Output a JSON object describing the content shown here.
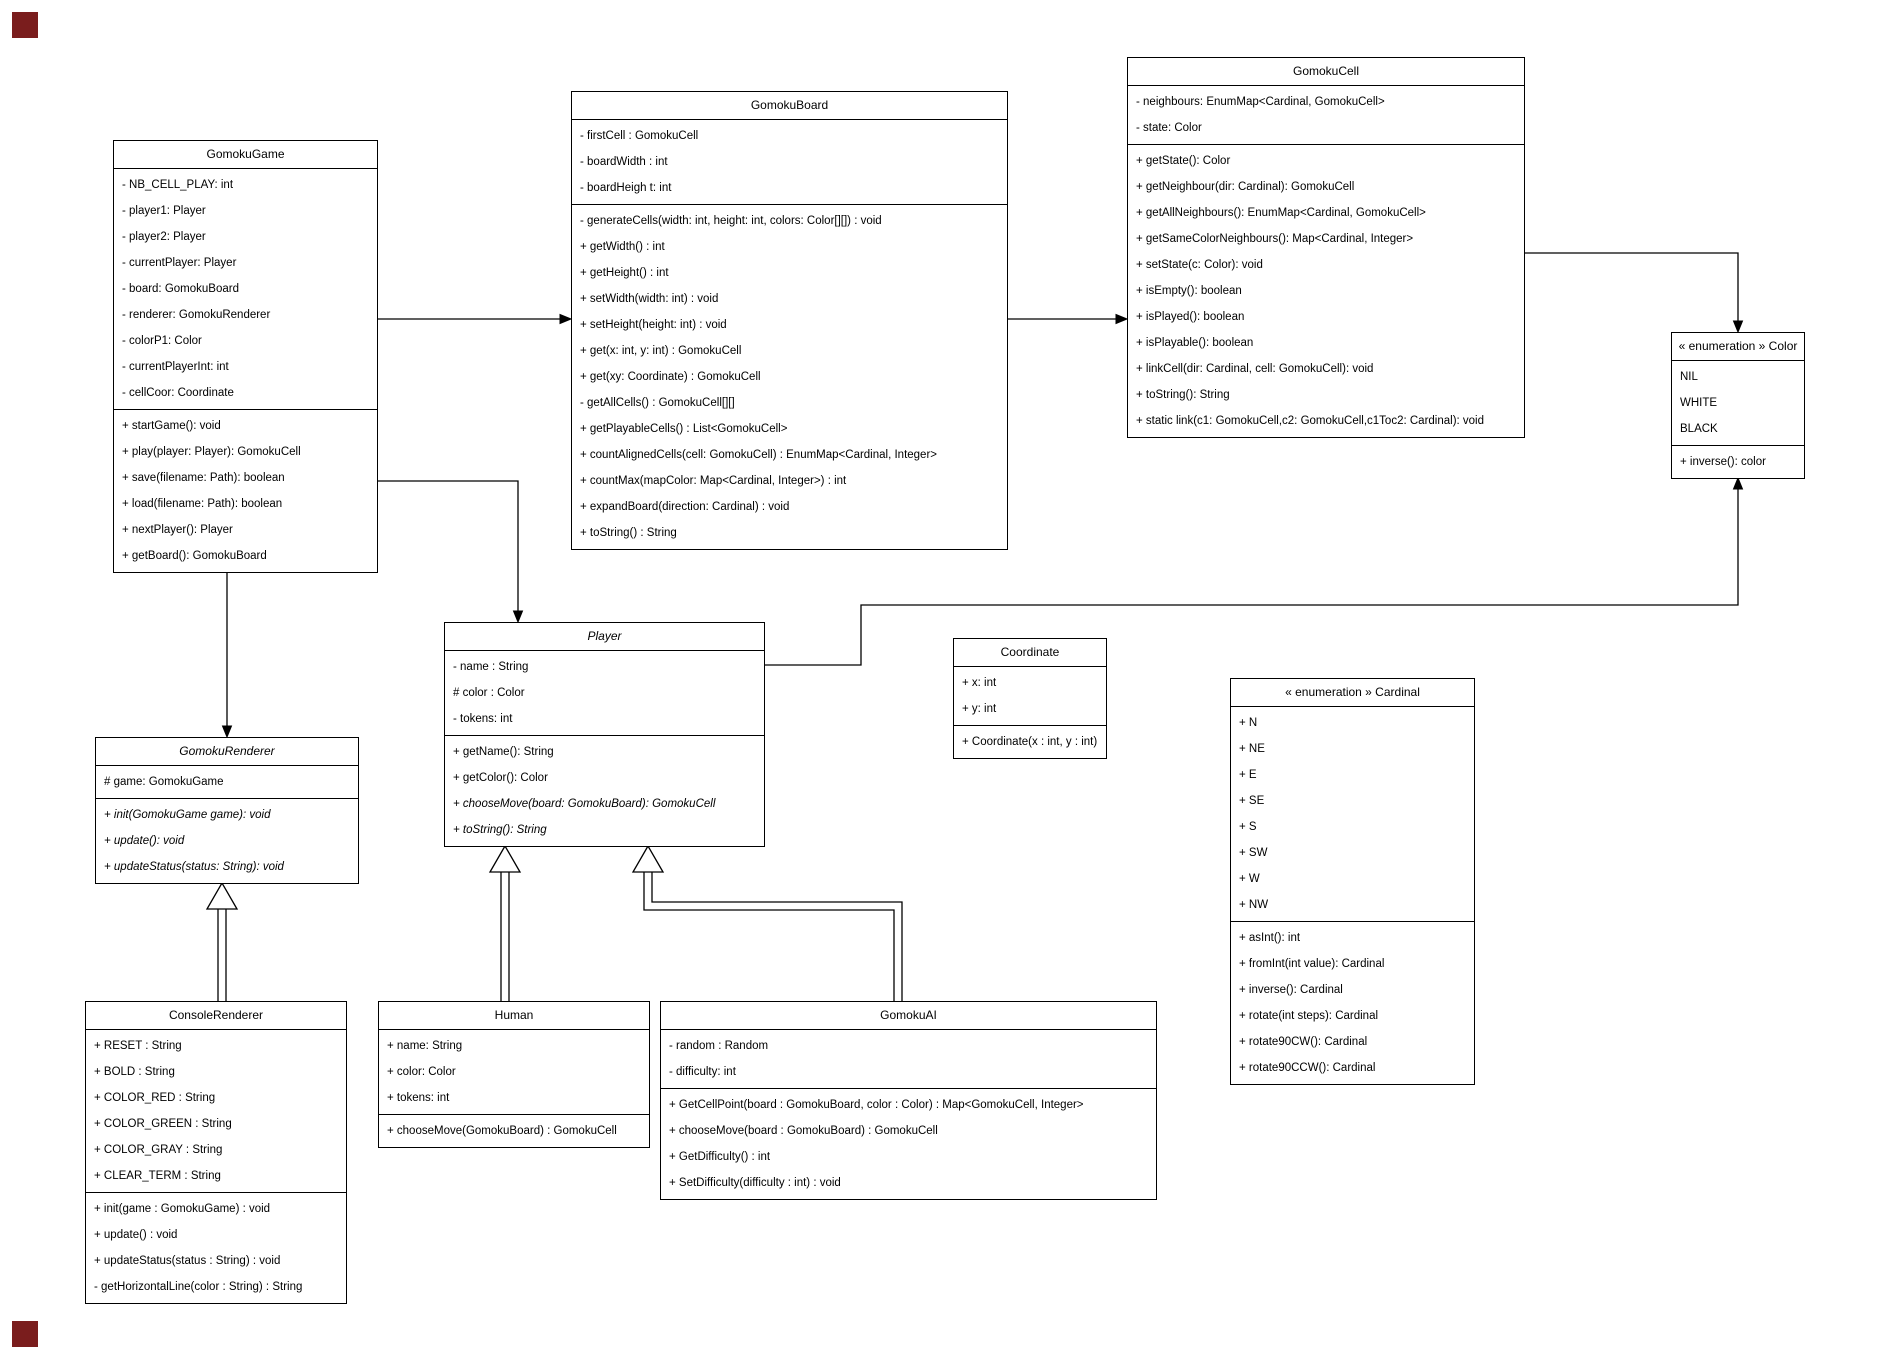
{
  "diagram_title": "Gomoku UML class diagram",
  "classes": {
    "gomokuGame": {
      "title": "GomokuGame",
      "abstract": false,
      "attributes": [
        "- NB_CELL_PLAY: int",
        "- player1: Player",
        "- player2: Player",
        "- currentPlayer: Player",
        "- board: GomokuBoard",
        "- renderer: GomokuRenderer",
        "- colorP1: Color",
        "- currentPlayerInt: int",
        "- cellCoor: Coordinate"
      ],
      "methods": [
        "+ startGame(): void",
        "+ play(player: Player): GomokuCell",
        "+ save(filename: Path): boolean",
        "+ load(filename: Path): boolean",
        "+ nextPlayer(): Player",
        "+ getBoard(): GomokuBoard"
      ]
    },
    "gomokuBoard": {
      "title": "GomokuBoard",
      "abstract": false,
      "attributes": [
        "- firstCell : GomokuCell",
        "- boardWidth : int",
        "- boardHeigh t: int"
      ],
      "methods": [
        "- generateCells(width: int, height: int, colors: Color[][]) : void",
        "+ getWidth() : int",
        "+ getHeight() : int",
        "+ setWidth(width: int) : void",
        "+ setHeight(height: int) : void",
        "+ get(x: int, y: int) : GomokuCell",
        "+ get(xy: Coordinate) : GomokuCell",
        "- getAllCells() : GomokuCell[][]",
        "+ getPlayableCells() : List<GomokuCell>",
        "+ countAlignedCells(cell: GomokuCell) : EnumMap<Cardinal, Integer>",
        "+ countMax(mapColor: Map<Cardinal, Integer>) : int",
        "+ expandBoard(direction: Cardinal) : void",
        "+ toString() : String"
      ]
    },
    "gomokuCell": {
      "title": "GomokuCell",
      "abstract": false,
      "attributes": [
        "- neighbours: EnumMap<Cardinal, GomokuCell>",
        "- state: Color"
      ],
      "methods": [
        "+ getState(): Color",
        "+ getNeighbour(dir: Cardinal): GomokuCell",
        "+ getAllNeighbours(): EnumMap<Cardinal, GomokuCell>",
        "+ getSameColorNeighbours(): Map<Cardinal, Integer>",
        "+ setState(c: Color): void",
        "+ isEmpty(): boolean",
        "+ isPlayed(): boolean",
        "+ isPlayable(): boolean",
        "+ linkCell(dir: Cardinal, cell: GomokuCell): void",
        "+ toString(): String",
        "+ static link(c1: GomokuCell,c2: GomokuCell,c1Toc2: Cardinal): void"
      ]
    },
    "colorEnum": {
      "title": "« enumeration » Color",
      "abstract": false,
      "attributes": [
        "NIL",
        "WHITE",
        "BLACK"
      ],
      "methods": [
        "+ inverse(): color"
      ]
    },
    "player": {
      "title": "Player",
      "abstract": true,
      "attributes": [
        "- name : String",
        "# color : Color",
        "- tokens: int"
      ],
      "methods": [
        "+ getName(): String",
        "+ getColor(): Color",
        {
          "text": "+ chooseMove(board: GomokuBoard): GomokuCell",
          "italic": true
        },
        {
          "text": "+ toString(): String",
          "italic": true
        }
      ]
    },
    "coordinate": {
      "title": "Coordinate",
      "abstract": false,
      "attributes": [
        "+ x: int",
        "+ y: int"
      ],
      "methods": [
        "+ Coordinate(x : int, y : int)"
      ]
    },
    "cardinalEnum": {
      "title": "« enumeration » Cardinal",
      "abstract": false,
      "attributes": [
        "+ N",
        "+ NE",
        "+ E",
        "+ SE",
        "+ S",
        "+ SW",
        "+ W",
        "+ NW"
      ],
      "methods": [
        "+ asInt(): int",
        "+ fromInt(int value): Cardinal",
        "+ inverse(): Cardinal",
        "+ rotate(int steps): Cardinal",
        "+ rotate90CW(): Cardinal",
        "+ rotate90CCW(): Cardinal"
      ]
    },
    "gomokuRenderer": {
      "title": "GomokuRenderer",
      "abstract": true,
      "attributes": [
        "# game: GomokuGame"
      ],
      "methods": [
        {
          "text": "+ init(GomokuGame game): void",
          "italic": true
        },
        {
          "text": "+ update(): void",
          "italic": true
        },
        {
          "text": "+ updateStatus(status: String): void",
          "italic": true
        }
      ]
    },
    "consoleRenderer": {
      "title": "ConsoleRenderer",
      "abstract": false,
      "attributes": [
        "+ RESET : String",
        "+ BOLD : String",
        "+ COLOR_RED : String",
        "+ COLOR_GREEN : String",
        "+ COLOR_GRAY : String",
        "+ CLEAR_TERM : String"
      ],
      "methods": [
        "+ init(game : GomokuGame) : void",
        "+ update() : void",
        "+ updateStatus(status : String) : void",
        "- getHorizontalLine(color : String) : String"
      ]
    },
    "human": {
      "title": "Human",
      "abstract": false,
      "attributes": [
        "+ name: String",
        "+ color: Color",
        "+ tokens: int"
      ],
      "methods": [
        "+ chooseMove(GomokuBoard) : GomokuCell"
      ]
    },
    "gomokuAI": {
      "title": "GomokuAI",
      "abstract": false,
      "attributes": [
        "- random : Random",
        "- difficulty: int"
      ],
      "methods": [
        "+ GetCellPoint(board : GomokuBoard, color : Color) : Map<GomokuCell, Integer>",
        "+ chooseMove(board : GomokuBoard) : GomokuCell",
        "+ GetDifficulty() : int",
        "+ SetDifficulty(difficulty : int) : void"
      ]
    }
  },
  "relationships": [
    {
      "from": "GomokuGame",
      "to": "GomokuBoard",
      "type": "association-arrow"
    },
    {
      "from": "GomokuBoard",
      "to": "GomokuCell",
      "type": "association-arrow"
    },
    {
      "from": "GomokuCell",
      "to": "Color",
      "type": "association-arrow"
    },
    {
      "from": "GomokuGame",
      "to": "GomokuRenderer",
      "type": "association-arrow"
    },
    {
      "from": "GomokuGame",
      "to": "Player",
      "type": "association-arrow"
    },
    {
      "from": "Player",
      "to": "Color",
      "type": "association-arrow"
    },
    {
      "from": "ConsoleRenderer",
      "to": "GomokuRenderer",
      "type": "generalization"
    },
    {
      "from": "Human",
      "to": "Player",
      "type": "generalization"
    },
    {
      "from": "GomokuAI",
      "to": "Player",
      "type": "generalization"
    }
  ],
  "marker_color": "#7a1d1d"
}
